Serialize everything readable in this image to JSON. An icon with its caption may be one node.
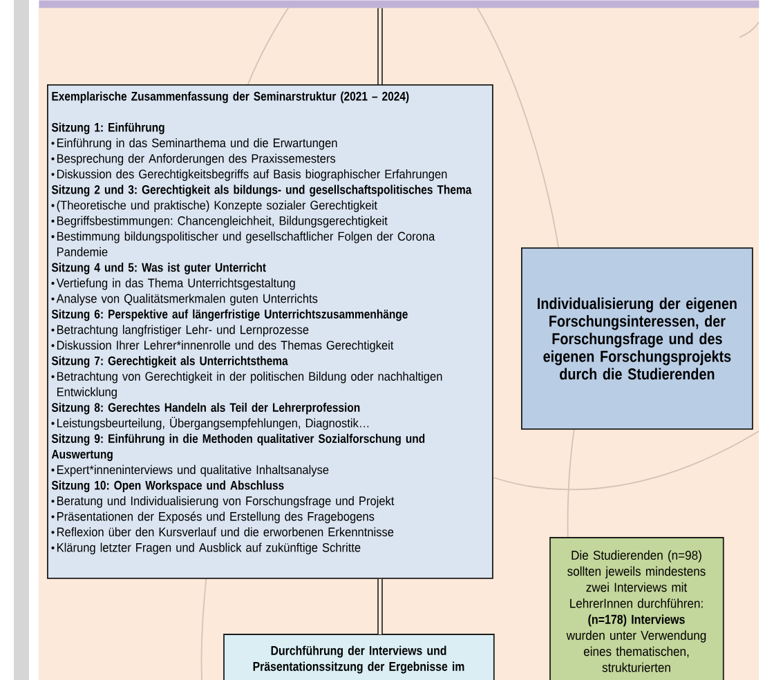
{
  "diagram": {
    "nodes": [
      {
        "text": [],
        "shape": "bar"
      },
      {
        "text": [
          "Exemplarische Zusammenfassung der Seminarstruktur (2021 – 2024)",
          "Sitzung 1: Einführung",
          "Einführung in das Seminarthema und die Erwartungen",
          "Besprechung der Anforderungen des Praxissemesters",
          "Diskussion des Gerechtigkeitsbegriffs auf Basis biographischer Erfahrungen",
          "Sitzung 2 und 3: Gerechtigkeit als bildungs- und gesellschaftspolitisches Thema",
          "(Theoretische und praktische) Konzepte sozialer Gerechtigkeit",
          "Begriffsbestimmungen: Chancengleichheit, Bildungsgerechtigkeit",
          "Bestimmung bildungspolitischer und gesellschaftlicher Folgen der Corona Pandemie",
          "Sitzung 4 und 5: Was ist guter Unterricht",
          "Vertiefung in das Thema Unterrichtsgestaltung",
          "Analyse von Qualitätsmerkmalen guten Unterrichts",
          "Sitzung 6: Perspektive auf längerfristige Unterrichtszusammenhänge",
          "Betrachtung langfristiger Lehr- und Lernprozesse",
          "Diskussion Ihrer Lehrer*innenrolle und des Themas Gerechtigkeit",
          "Sitzung 7: Gerechtigkeit als Unterrichtsthema",
          "Betrachtung von Gerechtigkeit in der politischen Bildung oder nachhaltigen Entwicklung",
          "Sitzung 8: Gerechtes Handeln als Teil der Lehrerprofession",
          "Leistungsbeurteilung, Übergangsempfehlungen, Diagnostik…",
          "Sitzung 9: Einführung in die Methoden qualitativer Sozialforschung und Auswertung",
          "Expert*inneninterviews und qualitative Inhaltsanalyse",
          "Sitzung 10: Open Workspace und Abschluss",
          "Beratung und Individualisierung von Forschungsfrage und Projekt",
          "Präsentationen der Exposés und Erstellung des Fragebogens",
          "Reflexion über den Kursverlauf und die erworbenen Erkenntnisse",
          "Klärung letzter Fragen und Ausblick auf zukünftige Schritte"
        ]
      },
      {
        "text": [
          "Individualisierung der eigenen Forschungsinteressen, der Forschungsfrage und des eigenen Forschungsprojekts durch die Studierenden"
        ]
      },
      {
        "text": [
          "Die Studierenden (n=98) sollten jeweils mindestens zwei Interviews mit LehrerInnen durchführen: **(n=178) Interviews** wurden unter Verwendung eines thematischen, strukturierten"
        ]
      },
      {
        "text": [
          "Durchführung der Interviews und Präsentationssitzung der Ergebnisse im"
        ]
      }
    ],
    "edges": [
      {
        "from": 0,
        "to": 1,
        "arrow": "none"
      },
      {
        "from": 1,
        "to": 4,
        "arrow": "none"
      }
    ]
  }
}
